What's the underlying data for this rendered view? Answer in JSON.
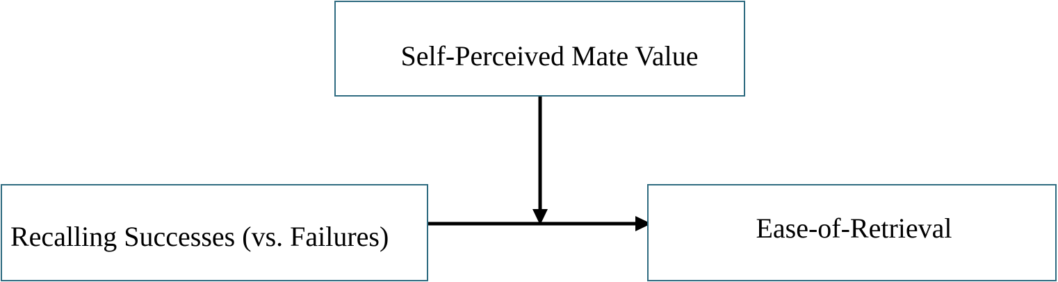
{
  "diagram": {
    "moderator_label": "Self-Perceived Mate Value",
    "predictor_label": "Recalling Successes (vs. Failures)",
    "outcome_label": "Ease-of-Retrieval",
    "colors": {
      "box_border": "#2e6b80",
      "arrow": "#000000",
      "text": "#000000",
      "background": "#ffffff"
    }
  }
}
